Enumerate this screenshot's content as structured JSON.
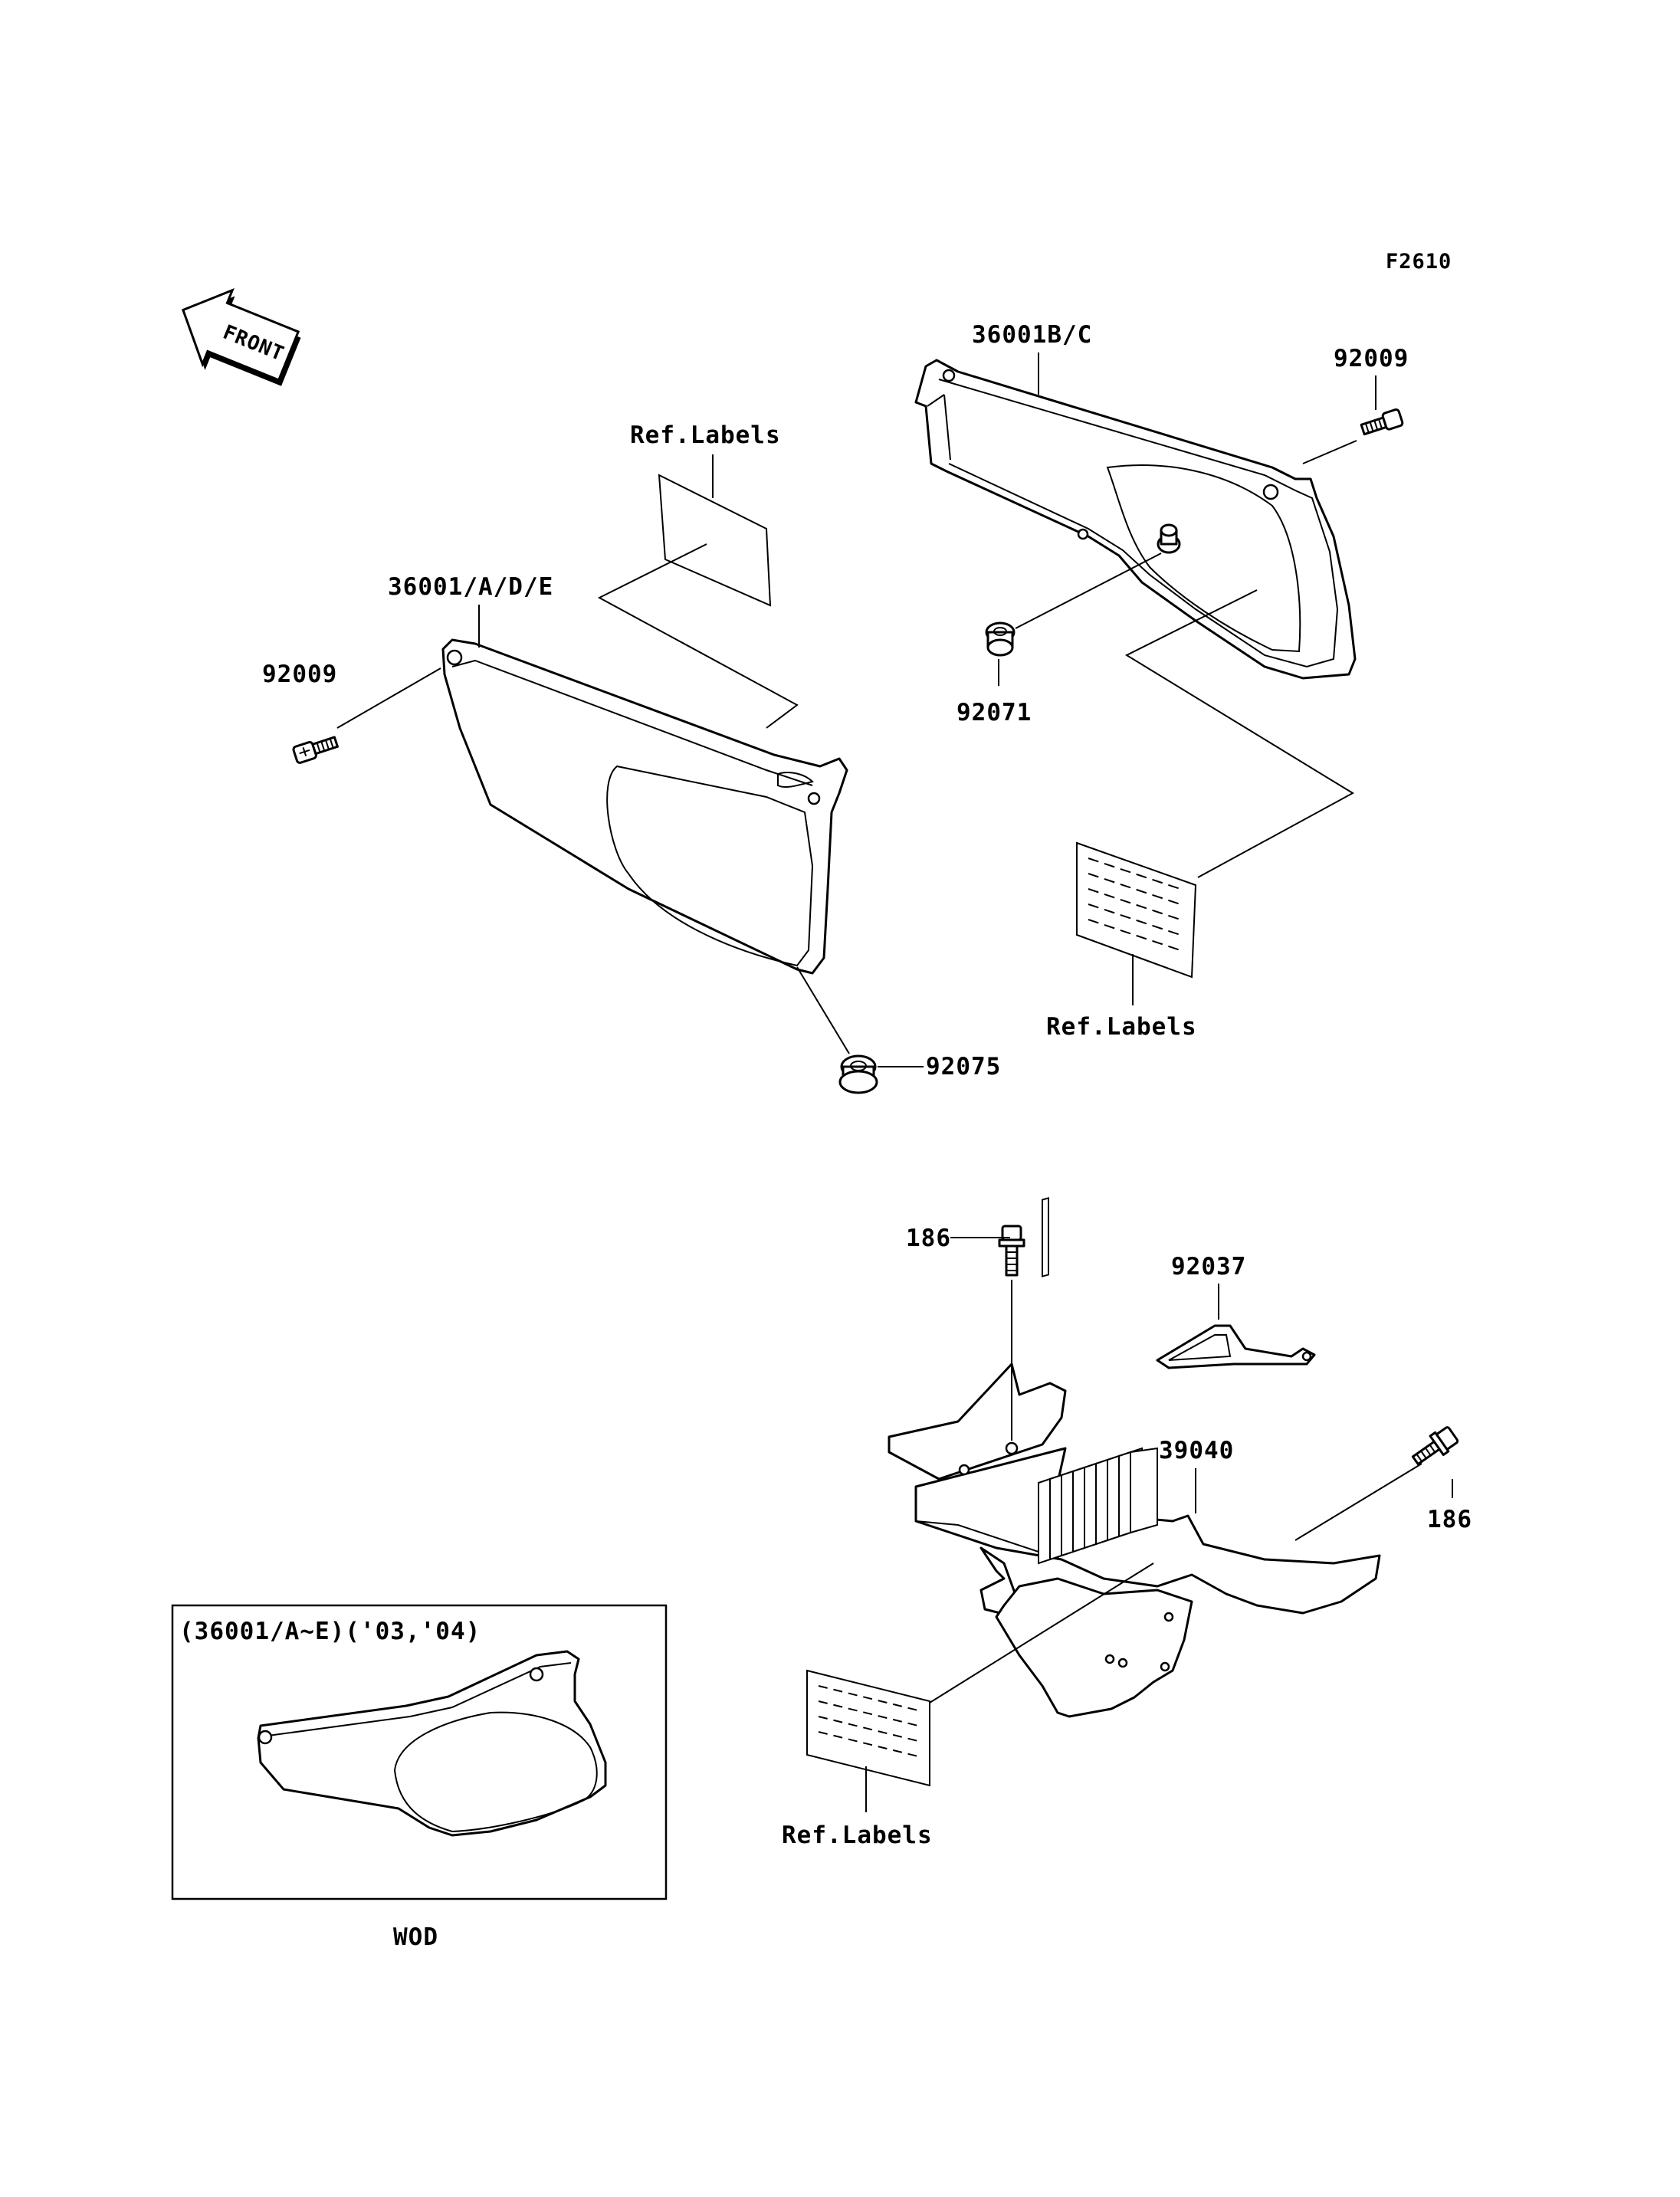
{
  "figure_code": "F2610",
  "front_arrow": {
    "label": "FRONT",
    "icon": "front-direction-arrow-icon"
  },
  "callouts": {
    "cover_left_part": "36001/A/D/E",
    "cover_right_part": "36001B/C",
    "screw_left": "92009",
    "screw_right": "92009",
    "grommet_left": "92075",
    "grommet_right": "92071",
    "ref_labels_upper_left": "Ref.Labels",
    "ref_labels_upper_right": "Ref.Labels",
    "bolt_upper": "186",
    "bolt_right": "186",
    "clamp": "92037",
    "cover_bottom_part": "39040",
    "ref_labels_bottom": "Ref.Labels"
  },
  "inset": {
    "title": "(36001/A~E)('03,'04)",
    "caption": "WOD"
  }
}
